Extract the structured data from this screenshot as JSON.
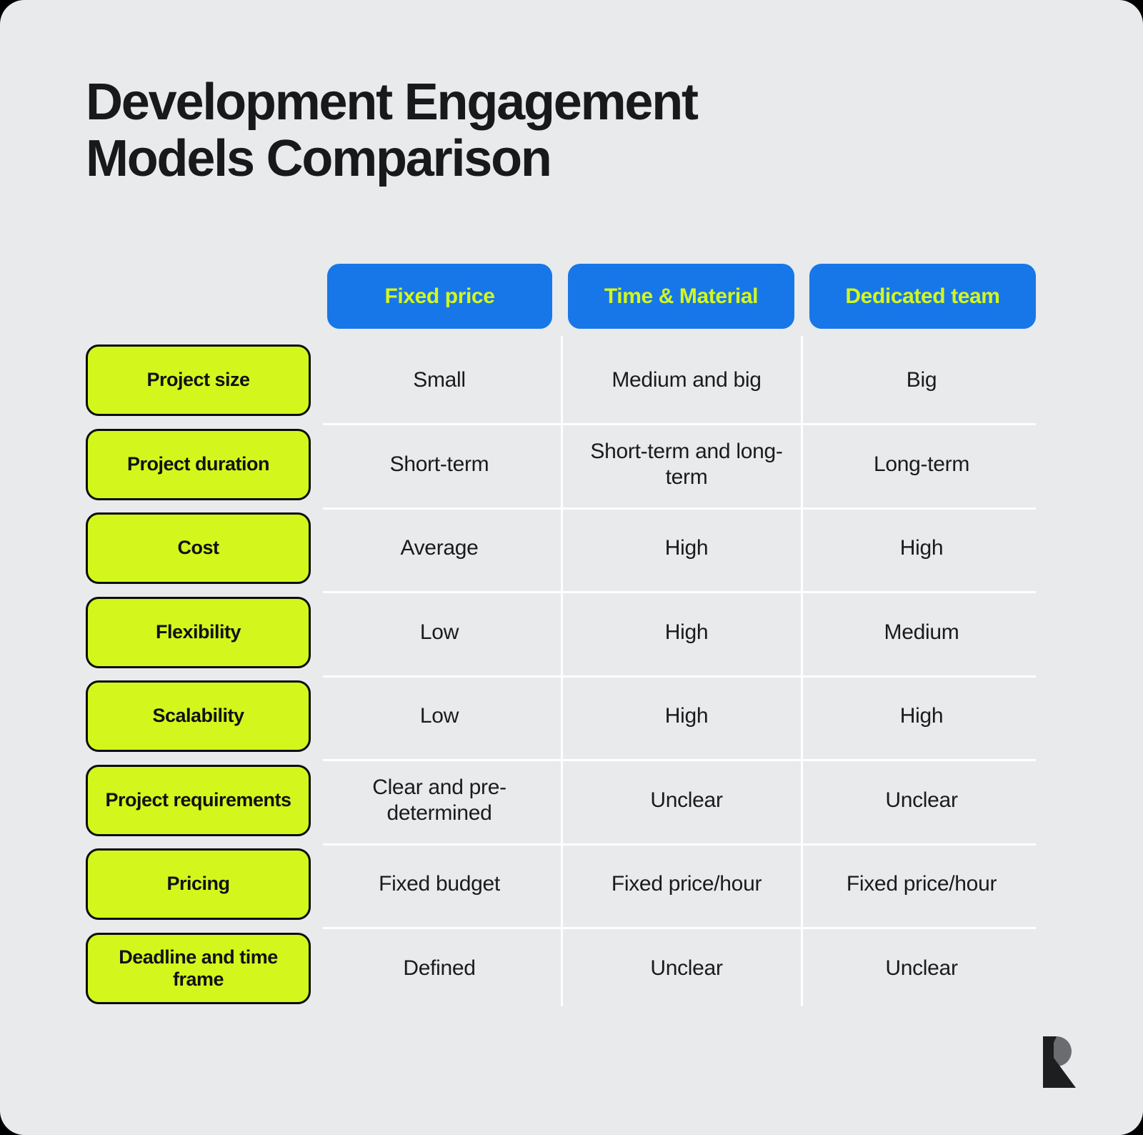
{
  "title": {
    "line1": "Development Engagement",
    "line2": "Models Comparison"
  },
  "colors": {
    "background": "#e8eaec",
    "accent_blue": "#1877e8",
    "accent_lime": "#d3f71c",
    "text_dark": "#18191b",
    "grid_line": "#ffffff"
  },
  "table": {
    "column_headers": [
      "Fixed price",
      "Time & Material",
      "Dedicated team"
    ],
    "rows": [
      {
        "label": "Project size",
        "values": [
          "Small",
          "Medium and big",
          "Big"
        ]
      },
      {
        "label": "Project duration",
        "values": [
          "Short-term",
          "Short-term and long-term",
          "Long-term"
        ]
      },
      {
        "label": "Cost",
        "values": [
          "Average",
          "High",
          "High"
        ]
      },
      {
        "label": "Flexibility",
        "values": [
          "Low",
          "High",
          "Medium"
        ]
      },
      {
        "label": "Scalability",
        "values": [
          "Low",
          "High",
          "High"
        ]
      },
      {
        "label": "Project requirements",
        "values": [
          "Clear and pre-determined",
          "Unclear",
          "Unclear"
        ]
      },
      {
        "label": "Pricing",
        "values": [
          "Fixed budget",
          "Fixed price/hour",
          "Fixed price/hour"
        ]
      },
      {
        "label": "Deadline and time frame",
        "values": [
          "Defined",
          "Unclear",
          "Unclear"
        ]
      }
    ]
  },
  "logo": {
    "name": "r-logo"
  }
}
